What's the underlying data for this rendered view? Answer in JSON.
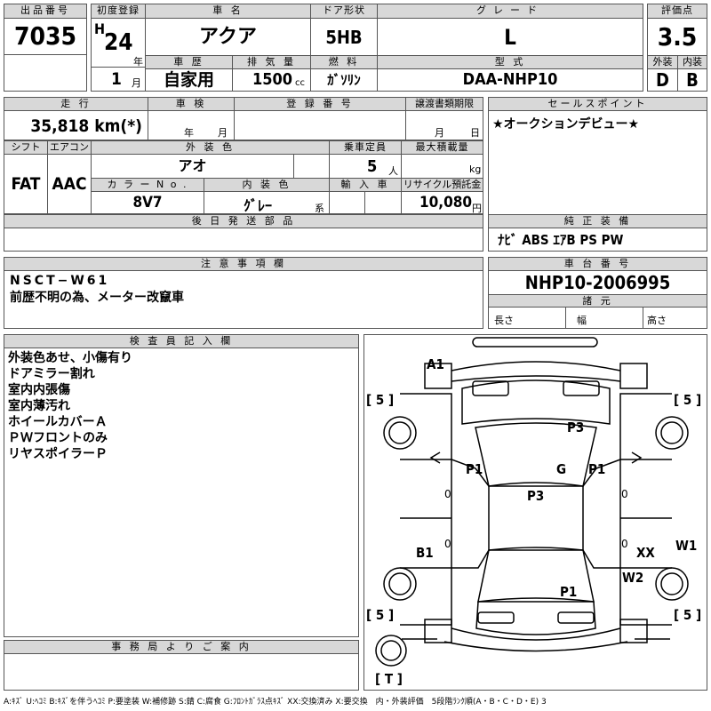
{
  "header": {
    "lot_label": "出品番号",
    "lot_value": "7035",
    "first_reg_label": "初度登録",
    "era": "H",
    "year": "24",
    "year_unit": "年",
    "month": "1",
    "month_unit": "月",
    "car_name_label": "車 名",
    "car_name": "アクア",
    "door_label": "ドア形状",
    "door": "5HB",
    "grade_label": "グレード",
    "grade": "L",
    "score_label": "評価点",
    "score": "3.5",
    "exterior_label": "外装",
    "exterior": "D",
    "interior_label": "内装",
    "interior": "B",
    "history_label": "車 歴",
    "history": "自家用",
    "displacement_label": "排 気 量",
    "displacement": "1500",
    "displacement_unit": "cc",
    "fuel_label": "燃 料",
    "fuel": "ｶﾞｿﾘﾝ",
    "model_label": "型 式",
    "model": "DAA-NHP10"
  },
  "row2": {
    "mileage_label": "走 行",
    "mileage": "35,818 km(*)",
    "inspection_label": "車 検",
    "inspection_year": "年",
    "inspection_month": "月",
    "regno_label": "登 録 番 号",
    "transfer_label": "譲渡書類期限",
    "transfer_month": "月",
    "transfer_day": "日",
    "shift_label": "シフト",
    "shift": "FAT",
    "ac_label": "エアコン",
    "ac": "AAC",
    "color_label": "外 装 色",
    "color": "アオ",
    "capacity_label": "乗車定員",
    "capacity": "5",
    "capacity_unit": "人",
    "load_label": "最大積載量",
    "load_unit": "kg",
    "color_no_label": "カ ラ ー N o .",
    "color_no": "8V7",
    "int_color_label": "内 装 色",
    "int_color": "ｸﾞﾚｰ",
    "int_color_unit": "系",
    "import_label": "輸 入 車",
    "recycle_label": "リサイクル預託金",
    "recycle": "10,080",
    "recycle_unit": "円",
    "later_label": "後 日 発 送 部 品"
  },
  "sales": {
    "label": "セールスポイント",
    "text": "★オークションデビュー★",
    "equip_label": "純 正 装 備",
    "equip": "ﾅﾋﾞ  ABS  ｴｱB  PS  PW"
  },
  "notes": {
    "label": "注 意 事 項 欄",
    "lines": [
      "NSCT−W61",
      "前歴不明の為、メーター改竄車"
    ]
  },
  "chassis": {
    "label": "車 台 番 号",
    "value": "NHP10-2006995",
    "dims_label": "諸 元",
    "length": "長さ",
    "width": "幅",
    "height": "高さ"
  },
  "inspector": {
    "label": "検 査 員 記 入 欄",
    "lines": [
      "外装色あせ、小傷有り",
      "ドアミラー割れ",
      "室内内張傷",
      "室内薄汚れ",
      "ホイールカバーＡ",
      "ＰＷフロントのみ",
      "リヤスポイラーＰ"
    ]
  },
  "diagram": {
    "marks": [
      "A1",
      "P3",
      "P1",
      "G",
      "P1",
      "P3",
      "B1",
      "XX",
      "W1",
      "W2",
      "P1"
    ],
    "tires": [
      "[ 5 ]",
      "[ 5 ]",
      "[ 5 ]",
      "[ 5 ]",
      "[ T ]"
    ],
    "door_marks": [
      "0",
      "0",
      "0",
      "0"
    ]
  },
  "office": {
    "label": "事 務 局 よ り ご 案 内"
  },
  "legend": "A:ｷｽﾞ U:ﾍｺﾐ B:ｷｽﾞを伴うﾍｺﾐ P:要塗装 W:補修跡 S:錆 C:腐食 G:ﾌﾛﾝﾄｶﾞﾗｽ点ｷｽﾞ XX:交換済み X:要交換　内・外装評価　5段階ﾗﾝｸ順(A・B・C・D・E) 3"
}
